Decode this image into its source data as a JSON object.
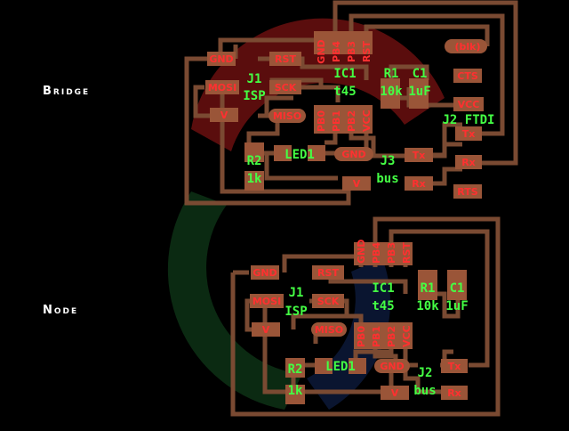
{
  "sections": {
    "bridge": "Bridge",
    "node": "Node"
  },
  "colors": {
    "background": "#000000",
    "trace": "#7a4a32",
    "pad": "#9a5538",
    "pad_text": "#ff3030",
    "label_text": "#44ff44",
    "logo_red": "#5a0d0d",
    "logo_green": "#0b2a12",
    "logo_blue": "#0a1530"
  },
  "bridge": {
    "pads": {
      "gnd": "GND",
      "rst": "RST",
      "mosi": "MOSI",
      "sck": "SCK",
      "v1": "V",
      "miso": "MISO",
      "gnd2": "GND",
      "v2": "V",
      "cts": "CTS",
      "vcc": "VCC",
      "tx": "Tx",
      "rx": "Rx",
      "tx2": "Tx",
      "rx2": "Rx",
      "rts": "RTS",
      "blk": "(blk)"
    },
    "pins": {
      "top": [
        "GND",
        "PB4",
        "PB3",
        "RST"
      ],
      "bottom": [
        "PB0",
        "PB1",
        "PB2",
        "VCC"
      ]
    },
    "labels": {
      "j1": "J1",
      "isp": "ISP",
      "ic1": "IC1",
      "t45": "t45",
      "r1": "R1",
      "r1v": "10k",
      "c1": "C1",
      "c1v": "1uF",
      "j2": "J2 FTDI",
      "r2": "R2",
      "r2v": "1k",
      "led": "LED1",
      "j3": "J3",
      "bus": "bus"
    }
  },
  "node": {
    "pads": {
      "gnd": "GND",
      "rst": "RST",
      "mosi": "MOSI",
      "sck": "SCK",
      "v1": "V",
      "miso": "MISO",
      "gnd2": "GND",
      "v2": "V",
      "tx": "Tx",
      "rx": "Rx"
    },
    "pins": {
      "top": [
        "GND",
        "PB4",
        "PB3",
        "RST"
      ],
      "bottom": [
        "PB0",
        "PB1",
        "PB2",
        "VCC"
      ]
    },
    "labels": {
      "j1": "J1",
      "isp": "ISP",
      "ic1": "IC1",
      "t45": "t45",
      "r1": "R1",
      "r1v": "10k",
      "c1": "C1",
      "c1v": "1uF",
      "r2": "R2",
      "r2v": "1k",
      "led": "LED1",
      "j2": "J2",
      "bus": "bus"
    }
  }
}
